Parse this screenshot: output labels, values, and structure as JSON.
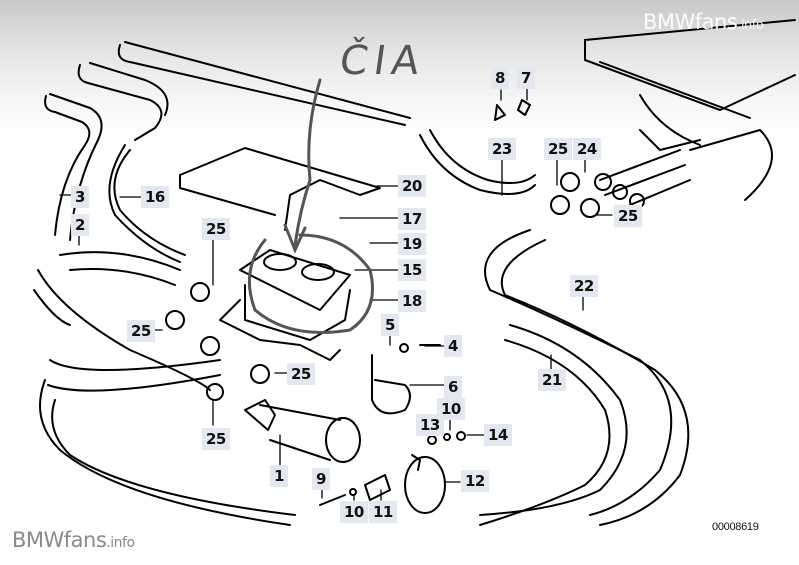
{
  "diagram": {
    "title": "Heater valve / water hoses exploded parts diagram",
    "annotation": "ČIA",
    "drawing_code": "00008619",
    "watermark_top": {
      "brand": "BMWfans",
      "suffix": ".info"
    },
    "watermark_bottom": {
      "brand": "BMWfans",
      "suffix": ".info"
    },
    "label_color": "#e3e8f0",
    "line_color": "#000000",
    "annotation_color": "#555555",
    "callouts": [
      {
        "id": "c-8",
        "label": "8",
        "part": "clip"
      },
      {
        "id": "c-7",
        "label": "7",
        "part": "clip nut"
      },
      {
        "id": "c-23",
        "label": "23",
        "part": "hose"
      },
      {
        "id": "c-25a",
        "label": "25",
        "part": "hose clamp"
      },
      {
        "id": "c-24",
        "label": "24",
        "part": "hose clamp"
      },
      {
        "id": "c-25b",
        "label": "25",
        "part": "hose clamp"
      },
      {
        "id": "c-3",
        "label": "3",
        "part": "hose"
      },
      {
        "id": "c-16",
        "label": "16",
        "part": "hose"
      },
      {
        "id": "c-2",
        "label": "2",
        "part": "hose"
      },
      {
        "id": "c-20",
        "label": "20",
        "part": "cover"
      },
      {
        "id": "c-17",
        "label": "17",
        "part": "grommet"
      },
      {
        "id": "c-19",
        "label": "19",
        "part": "nut"
      },
      {
        "id": "c-15",
        "label": "15",
        "part": "heater valve"
      },
      {
        "id": "c-18",
        "label": "18",
        "part": "stud"
      },
      {
        "id": "c-25c",
        "label": "25",
        "part": "hose clamp"
      },
      {
        "id": "c-25d",
        "label": "25",
        "part": "hose clamp"
      },
      {
        "id": "c-22",
        "label": "22",
        "part": "hose"
      },
      {
        "id": "c-21",
        "label": "21",
        "part": "hose"
      },
      {
        "id": "c-5",
        "label": "5",
        "part": "washer"
      },
      {
        "id": "c-4",
        "label": "4",
        "part": "bolt"
      },
      {
        "id": "c-6",
        "label": "6",
        "part": "bracket"
      },
      {
        "id": "c-25e",
        "label": "25",
        "part": "hose clamp"
      },
      {
        "id": "c-25f",
        "label": "25",
        "part": "hose clamp"
      },
      {
        "id": "c-10a",
        "label": "10",
        "part": "spring washer"
      },
      {
        "id": "c-13",
        "label": "13",
        "part": "washer"
      },
      {
        "id": "c-14",
        "label": "14",
        "part": "nut"
      },
      {
        "id": "c-1",
        "label": "1",
        "part": "auxiliary water pump"
      },
      {
        "id": "c-12",
        "label": "12",
        "part": "clamp"
      },
      {
        "id": "c-9",
        "label": "9",
        "part": "bolt"
      },
      {
        "id": "c-10b",
        "label": "10",
        "part": "spring washer"
      },
      {
        "id": "c-11",
        "label": "11",
        "part": "rubber mount"
      }
    ]
  }
}
